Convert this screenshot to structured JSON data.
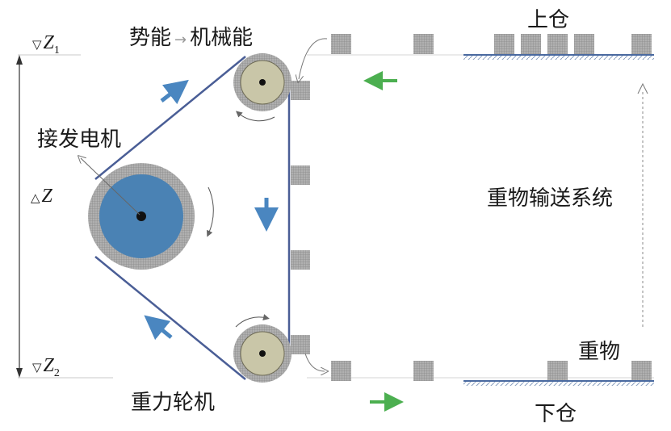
{
  "labels": {
    "energy_from": "势能",
    "energy_to": "机械能",
    "energy_arrow": "→",
    "upper_bin": "上仓",
    "lower_bin": "下仓",
    "generator": "接发电机",
    "conveyor_system": "重物输送系统",
    "weight": "重物",
    "gravity_wheel": "重力轮机",
    "z1_symbol": "Z",
    "z1_sub": "1",
    "z2_symbol": "Z",
    "z2_sub": "2",
    "dz_symbol": "Z",
    "dz_delta": "△",
    "level_marker": "▽"
  },
  "colors": {
    "belt": "#4a5e96",
    "big_wheel_fill": "#4a82b4",
    "big_wheel_ring": "#9a9a9a",
    "small_wheel_fill": "#c9c6a8",
    "weight_block": "#9c9c9c",
    "blue_arrow": "#4a86c0",
    "green_arrow": "#4caf50",
    "ground_line": "#4a6aa0",
    "thin_line": "#c8c8c8"
  }
}
